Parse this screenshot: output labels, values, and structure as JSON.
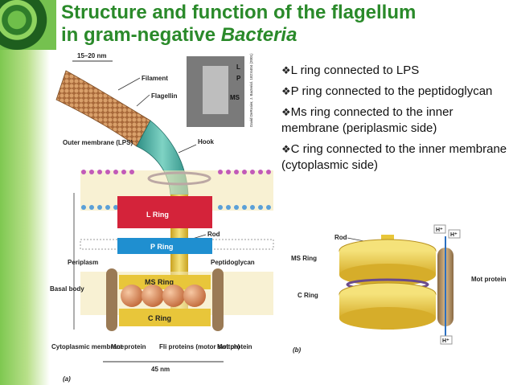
{
  "slide": {
    "title_line1": "Structure and function of the flagellum",
    "title_line2_prefix": "in gram-negative ",
    "title_line2_italic": "Bacteria"
  },
  "bullets": [
    {
      "mark": "❖",
      "text": "L ring connected to LPS"
    },
    {
      "mark": "❖",
      "text": "P ring connected to the peptidoglycan"
    },
    {
      "mark": "❖",
      "text": "Ms ring connected to the inner membrane (periplasmic side)"
    },
    {
      "mark": "❖",
      "text": "C ring connected to the inner membrane (cytoplasmic side)"
    }
  ],
  "figure_a": {
    "dimension_top": "15–20 nm",
    "filament": "Filament",
    "flagellin": "Flagellin",
    "hook": "Hook",
    "outer_membrane": "Outer membrane (LPS)",
    "l_ring": "L Ring",
    "rod": "Rod",
    "p_ring": "P Ring",
    "periplasm": "Periplasm",
    "peptidoglycan": "Peptidoglycan",
    "ms_ring": "MS Ring",
    "basal_body": "Basal body",
    "c_ring": "C Ring",
    "cytoplasmic_membrane": "Cytoplasmic membrane",
    "mot_protein_left": "Mot protein",
    "fli_proteins": "Fli proteins (motor switch)",
    "mot_protein_right": "Mot protein",
    "dimension_bottom": "45 nm",
    "panel": "(a)",
    "em_l": "L",
    "em_p": "P",
    "em_ms": "MS",
    "credit": "David DeRosier, J. Bacteriol. 182:6404 (2001)"
  },
  "figure_b": {
    "rod": "Rod",
    "ms_ring": "MS Ring",
    "c_ring": "C Ring",
    "mot_protein": "Mot protein",
    "h_plus_1": "H⁺",
    "h_plus_2": "H⁺",
    "h_plus_3": "H⁺",
    "panel": "(b)"
  },
  "colors": {
    "title": "#2a8a2a",
    "l_ring": "#d4233a",
    "p_ring": "#1f8fd0",
    "ms_ring": "#e8c63a",
    "c_ring": "#e8c63a",
    "hook": "#3aa89a",
    "filament": "#b87a45",
    "motor_ball": "#e0956a"
  }
}
